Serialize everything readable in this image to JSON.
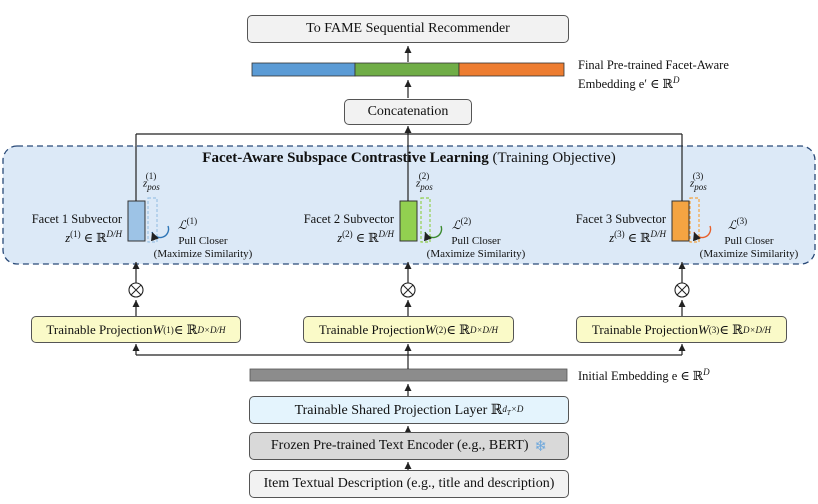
{
  "top": {
    "recommender": "To FAME Sequential Recommender",
    "final_caption_1": "Final Pre-trained Facet-Aware",
    "final_caption_2": "Embedding e′ ∈ ℝ",
    "final_caption_sup": "D",
    "final_segment_colors": [
      "#5b9bd5",
      "#70ad47",
      "#ed7d31"
    ],
    "concatenation": "Concatenation"
  },
  "objective": {
    "title_bold": "Facet-Aware Subspace Contrastive Learning",
    "title_rest": " (Training Objective)",
    "facets": [
      {
        "name": "Facet 1 Subvector",
        "z": "z",
        "z_sup": "(1)",
        "space": "∈ ℝ",
        "space_sup": "D/H",
        "pos": "z",
        "pos_sub": "pos",
        "pos_sup": "(1)",
        "loss": "ℒ",
        "loss_sup": "(1)",
        "pull": "Pull Closer",
        "maximize": "(Maximize Similarity)",
        "color": "#9dc3e6",
        "accent": "#2e75b6"
      },
      {
        "name": "Facet 2 Subvector",
        "z": "z",
        "z_sup": "(2)",
        "space": "∈ ℝ",
        "space_sup": "D/H",
        "pos": "z",
        "pos_sub": "pos",
        "pos_sup": "(2)",
        "loss": "ℒ",
        "loss_sup": "(2)",
        "pull": "Pull Closer",
        "maximize": "(Maximize Similarity)",
        "color": "#92d050",
        "accent": "#3a8a2e"
      },
      {
        "name": "Facet 3 Subvector",
        "z": "z",
        "z_sup": "(3)",
        "space": "∈ ℝ",
        "space_sup": "D/H",
        "pos": "z",
        "pos_sub": "pos",
        "pos_sup": "(3)",
        "loss": "ℒ",
        "loss_sup": "(3)",
        "pull": "Pull Closer",
        "maximize": "(Maximize Similarity)",
        "color": "#f4a442",
        "accent": "#e8602c"
      }
    ]
  },
  "projections": [
    {
      "label": "Trainable Projection ",
      "w": "W",
      "w_sup": "(1)",
      "space": " ∈ ℝ",
      "space_sup": "D×D/H"
    },
    {
      "label": "Trainable Projection ",
      "w": "W",
      "w_sup": "(2)",
      "space": " ∈ ℝ",
      "space_sup": "D×D/H"
    },
    {
      "label": "Trainable Projection ",
      "w": "W",
      "w_sup": "(3)",
      "space": " ∈ ℝ",
      "space_sup": "D×D/H"
    }
  ],
  "bottom": {
    "initial_caption": "Initial Embedding e ∈ ℝ",
    "initial_sup": "D",
    "shared_layer": "Trainable Shared Projection Layer ℝ",
    "shared_sup": "d",
    "shared_sup_sub": "T",
    "shared_sup_rest": "×D",
    "frozen_encoder": "Frozen Pre-trained Text Encoder (e.g., BERT)",
    "frozen_icon": "snowflake-icon",
    "item_description": "Item Textual Description (e.g., title and description)"
  }
}
